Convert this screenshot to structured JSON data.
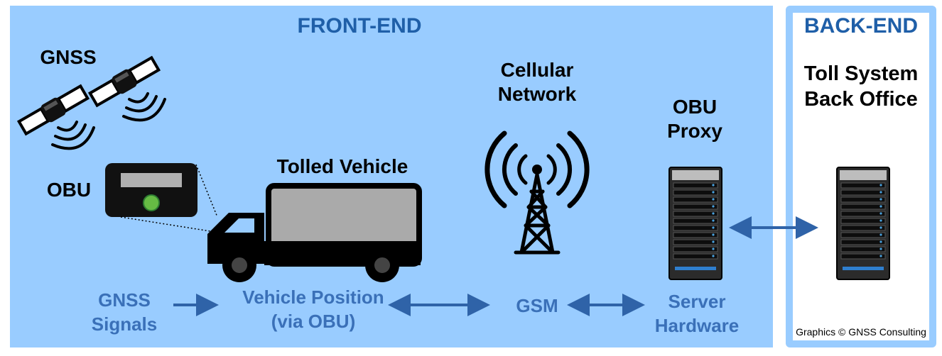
{
  "sections": {
    "front_end": "FRONT-END",
    "back_end": "BACK-END"
  },
  "labels": {
    "gnss": "GNSS",
    "obu": "OBU",
    "tolled_vehicle": "Tolled Vehicle",
    "cellular_network": [
      "Cellular",
      "Network"
    ],
    "obu_proxy": [
      "OBU",
      "Proxy"
    ],
    "toll_system": [
      "Toll System",
      "Back Office"
    ]
  },
  "flow": {
    "gnss_signals": [
      "GNSS",
      "Signals"
    ],
    "vehicle_position": [
      "Vehicle Position",
      "(via OBU)"
    ],
    "gsm": "GSM",
    "server_hardware": [
      "Server",
      "Hardware"
    ]
  },
  "credit": "Graphics © GNSS Consulting",
  "icons": [
    "satellite-icon",
    "obu-device-icon",
    "truck-icon",
    "cell-tower-icon",
    "server-icon"
  ],
  "colors": {
    "panel": "#99ccff",
    "title": "#1f5fa8",
    "flow_text": "#3a70b8",
    "arrow": "#2f63a8",
    "obu_led": "#66bb44",
    "truck_body": "#aaaaaa"
  }
}
